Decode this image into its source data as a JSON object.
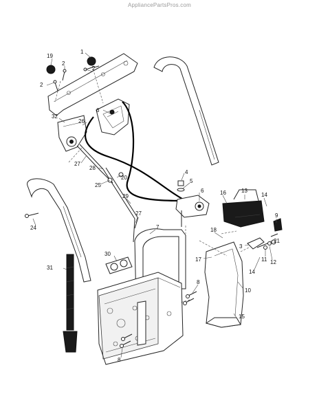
{
  "watermark": "AppliancePartsPros.com",
  "callouts": [
    "1",
    "2",
    "2",
    "2",
    "3",
    "4",
    "5",
    "6",
    "6",
    "7",
    "8",
    "8",
    "9",
    "10",
    "11",
    "12",
    "13",
    "14",
    "14",
    "15",
    "16",
    "17",
    "18",
    "19",
    "20",
    "21",
    "24",
    "25",
    "26",
    "27",
    "27",
    "28",
    "29",
    "30",
    "31",
    "32"
  ]
}
